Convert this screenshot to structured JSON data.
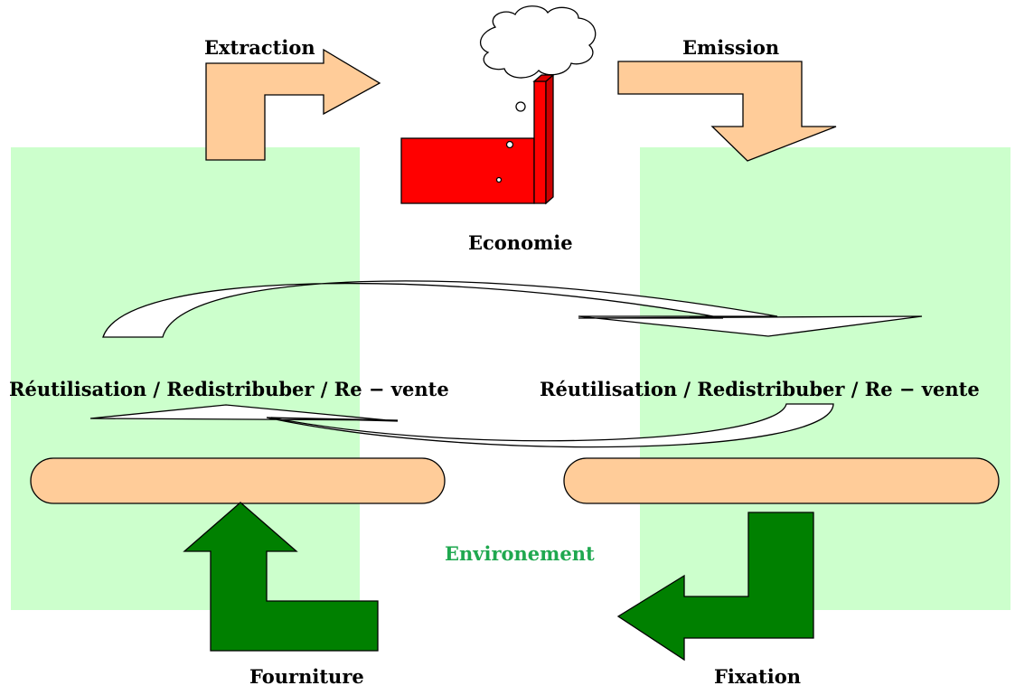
{
  "labels": {
    "extraction": "Extraction",
    "emission": "Emission",
    "economie": "Economie",
    "reuse_left": "Réutilisation / Redistribuber / Re − vente",
    "reuse_right": "Réutilisation / Redistribuber / Re − vente",
    "environement": "Environement",
    "fourniture": "Fourniture",
    "fixation": "Fixation"
  },
  "colors": {
    "zone_green": "#ccffcc",
    "peach": "#ffcc99",
    "factory_red": "#ff0000",
    "dark_green": "#008000",
    "environement_text": "#1fa84f",
    "outline": "#000000",
    "text": "#000000"
  }
}
